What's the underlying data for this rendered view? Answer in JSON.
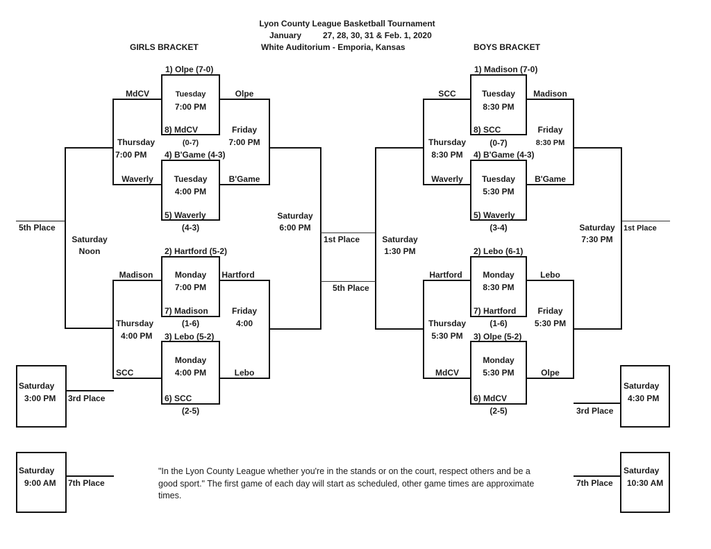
{
  "header": {
    "title": "Lyon County League Basketball Tournament",
    "dates_month": "January",
    "dates_days": "27, 28, 30, 31 & Feb. 1, 2020",
    "venue": "White Auditorium  -  Emporia, Kansas",
    "girls_label": "GIRLS BRACKET",
    "boys_label": "BOYS BRACKET"
  },
  "girls": {
    "top_half": {
      "game1": {
        "seed_top": "1) Olpe (7-0)",
        "day": "Tuesday",
        "time": "7:00 PM",
        "seed_bottom": "8) MdCV",
        "record_bottom": "(0-7)",
        "winner_label": "Olpe",
        "loser_label": "MdCV"
      },
      "game2": {
        "seed_top": "4) B'Game (4-3)",
        "day": "Tuesday",
        "time": "4:00 PM",
        "seed_bottom": "5) Waverly",
        "record_bottom": "(4-3)",
        "winner_label": "B'Game",
        "loser_label": "Waverly"
      },
      "consolation": {
        "day": "Thursday",
        "time": "7:00 PM"
      },
      "semifinal": {
        "day": "Friday",
        "time": "7:00 PM"
      }
    },
    "bottom_half": {
      "game1": {
        "seed_top": "2) Hartford (5-2)",
        "day": "Monday",
        "time": "7:00 PM",
        "seed_bottom": "7) Madison",
        "record_bottom": "(1-6)",
        "winner_label": "Hartford",
        "loser_label": "Madison"
      },
      "game2": {
        "seed_top": "3) Lebo (5-2)",
        "day": "Monday",
        "time": "4:00 PM",
        "seed_bottom": "6) SCC",
        "record_bottom": "(2-5)",
        "winner_label": "Lebo",
        "loser_label": "SCC"
      },
      "consolation": {
        "day": "Thursday",
        "time": "4:00 PM"
      },
      "semifinal": {
        "day": "Friday",
        "time": "4:00"
      }
    },
    "championship": {
      "day": "Saturday",
      "time": "6:00 PM",
      "label": "1st Place"
    },
    "fifth_place": {
      "day": "Saturday",
      "time": "Noon",
      "label": "5th Place"
    },
    "third_place": {
      "day": "Saturday",
      "time": "3:00 PM",
      "label": "3rd Place"
    },
    "seventh_place": {
      "day": "Saturday",
      "time": "9:00 AM",
      "label": "7th Place"
    }
  },
  "boys": {
    "top_half": {
      "game1": {
        "seed_top": "1) Madison (7-0)",
        "day": "Tuesday",
        "time": "8:30 PM",
        "seed_bottom": "8) SCC",
        "record_bottom": "(0-7)",
        "winner_label": "Madison",
        "loser_label": "SCC"
      },
      "game2": {
        "seed_top": "4) B'Game (4-3)",
        "day": "Tuesday",
        "time": "5:30 PM",
        "seed_bottom": "5) Waverly",
        "record_bottom": "(3-4)",
        "winner_label": "B'Game",
        "loser_label": "Waverly"
      },
      "consolation": {
        "day": "Thursday",
        "time": "8:30 PM"
      },
      "semifinal": {
        "day": "Friday",
        "time": "8:30 PM"
      }
    },
    "bottom_half": {
      "game1": {
        "seed_top": "2) Lebo (6-1)",
        "day": "Monday",
        "time": "8:30 PM",
        "seed_bottom": "7) Hartford",
        "record_bottom": "(1-6)",
        "winner_label": "Lebo",
        "loser_label": "Hartford"
      },
      "game2": {
        "seed_top": "3) Olpe (5-2)",
        "day": "Monday",
        "time": "5:30 PM",
        "seed_bottom": "6) MdCV",
        "record_bottom": "(2-5)",
        "winner_label": "Olpe",
        "loser_label": "MdCV"
      },
      "consolation": {
        "day": "Thursday",
        "time": "5:30 PM"
      },
      "semifinal": {
        "day": "Friday",
        "time": "5:30 PM"
      }
    },
    "championship": {
      "day": "Saturday",
      "time": "7:30 PM",
      "label": "1st Place"
    },
    "fifth_place": {
      "day": "Saturday",
      "time": "1:30 PM",
      "label": "5th Place"
    },
    "third_place": {
      "day": "Saturday",
      "time": "4:30 PM",
      "label": "3rd Place"
    },
    "seventh_place": {
      "day": "Saturday",
      "time": "10:30 AM",
      "label": "7th Place"
    }
  },
  "footer": {
    "quote": "\"In the Lyon County League whether you're in the stands or on the court, respect others and be a good sport.\"  The first game of each day will start as scheduled, other game times are approximate times."
  }
}
